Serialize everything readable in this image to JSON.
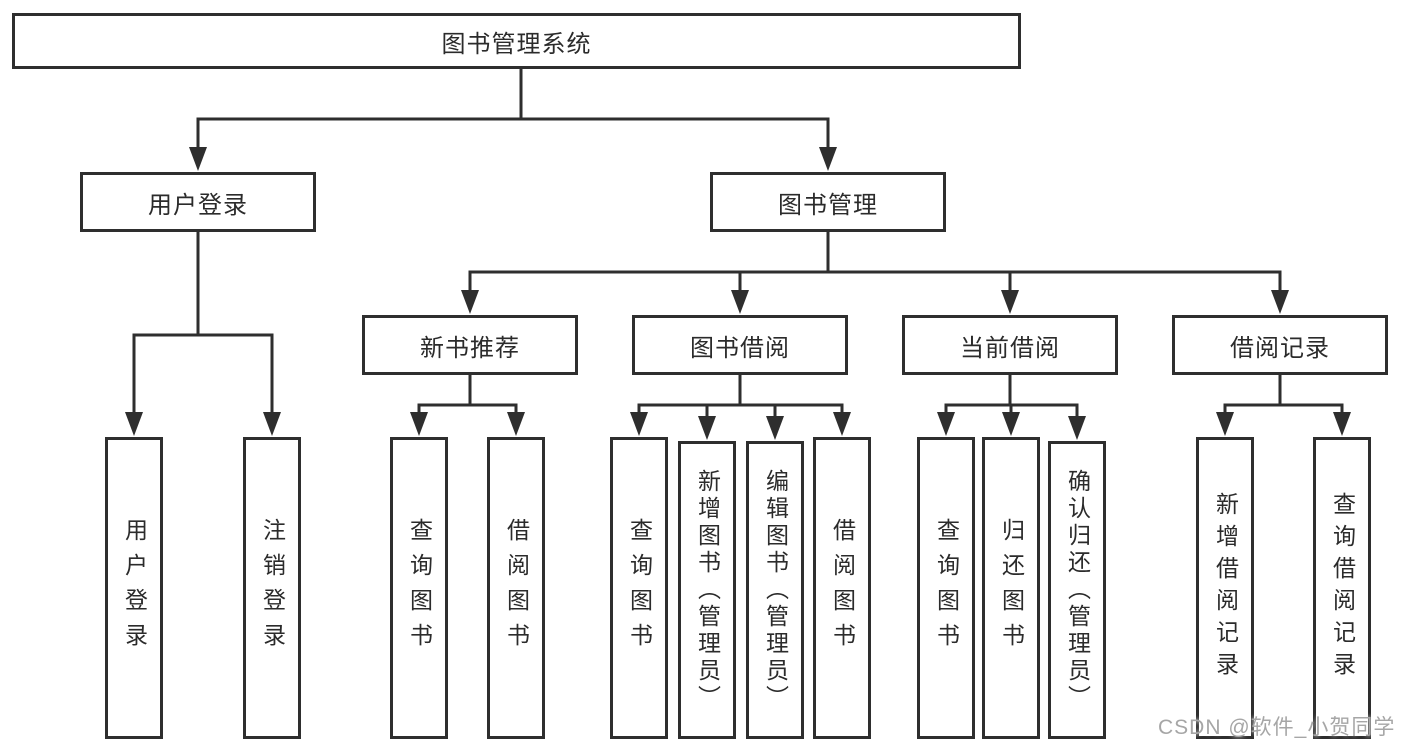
{
  "colors": {
    "line": "#2e2e2e",
    "text": "#2b2b2b",
    "watermark": "#a6a6a6",
    "bg": "#ffffff"
  },
  "nodes": {
    "root": "图书管理系统",
    "user_login": "用户登录",
    "book_mgmt": "图书管理",
    "new_book_rec": "新书推荐",
    "book_borrow": "图书借阅",
    "current_borrow": "当前借阅",
    "borrow_records": "借阅记录",
    "leaves": {
      "user_login": [
        "用户登录",
        "注销登录"
      ],
      "new_book_rec": [
        "查询图书",
        "借阅图书"
      ],
      "book_borrow": [
        "查询图书",
        "新增图书（管理员）",
        "编辑图书（管理员）",
        "借阅图书"
      ],
      "current_borrow": [
        "查询图书",
        "归还图书",
        "确认归还（管理员）"
      ],
      "borrow_records": [
        "新增借阅记录",
        "查询借阅记录"
      ]
    }
  },
  "watermark": "CSDN @软件_小贺同学"
}
